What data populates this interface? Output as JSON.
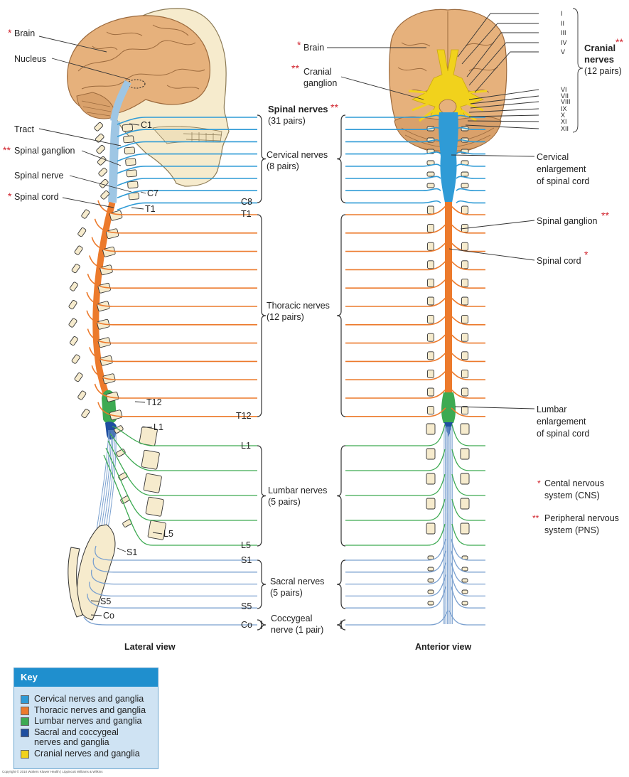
{
  "colors": {
    "cervical": "#2f9bd6",
    "thoracic": "#ec7a2c",
    "lumbar": "#3daa52",
    "sacral": "#1f4fa0",
    "sacral_nerve": "#7aa0cf",
    "cranial": "#f1d21c",
    "bone": "#f6ebcd",
    "brain": "#e6b17c",
    "asterisk": "#d0202a"
  },
  "lateral": {
    "brain": "Brain",
    "nucleus": "Nucleus",
    "tract": "Tract",
    "spinal_ganglion": "Spinal ganglion",
    "spinal_nerve": "Spinal nerve",
    "spinal_cord": "Spinal cord",
    "c1": "C1",
    "c7": "C7",
    "t1": "T1",
    "t12": "T12",
    "l1": "L1",
    "l5": "L5",
    "s1": "S1",
    "s5": "S5",
    "co": "Co",
    "view": "Lateral view"
  },
  "center": {
    "spinal_nerves": "Spinal nerves",
    "spinal_nerves_count": "(31 pairs)",
    "cervical": "Cervical nerves",
    "cervical_count": "(8 pairs)",
    "thoracic": "Thoracic nerves",
    "thoracic_count": "(12 pairs)",
    "lumbar": "Lumbar nerves",
    "lumbar_count": "(5 pairs)",
    "sacral": "Sacral nerves",
    "sacral_count": "(5 pairs)",
    "coccygeal": "Coccygeal",
    "coccygeal_count": "nerve (1 pair)",
    "c8": "C8",
    "t1": "T1",
    "t12": "T12",
    "l1": "L1",
    "l5": "L5",
    "s1": "S1",
    "s5": "S5",
    "co": "Co"
  },
  "anterior": {
    "brain": "Brain",
    "cranial_ganglion_1": "Cranial",
    "cranial_ganglion_2": "ganglion",
    "cervical_enl_1": "Cervical",
    "cervical_enl_2": "enlargement",
    "cervical_enl_3": "of spinal cord",
    "spinal_ganglion": "Spinal ganglion",
    "spinal_cord": "Spinal cord",
    "lumbar_enl_1": "Lumbar",
    "lumbar_enl_2": "enlargement",
    "lumbar_enl_3": "of spinal cord",
    "view": "Anterior view",
    "cranial_nerves_1": "Cranial",
    "cranial_nerves_2": "nerves",
    "cranial_nerves_count": "(12 pairs)",
    "roman": [
      "I",
      "II",
      "III",
      "IV",
      "V",
      "VI",
      "VII",
      "VIII",
      "IX",
      "X",
      "XI",
      "XII"
    ]
  },
  "legend": {
    "cns_1": "Cental nervous",
    "cns_2": "system (CNS)",
    "pns_1": "Peripheral nervous",
    "pns_2": "system (PNS)"
  },
  "asterisk_single": "*",
  "asterisk_double": "**",
  "key": {
    "title": "Key",
    "items": [
      {
        "label": "Cervical nerves and ganglia",
        "color": "#2f9bd6"
      },
      {
        "label": "Thoracic nerves and ganglia",
        "color": "#ec7a2c"
      },
      {
        "label": "Lumbar nerves and ganglia",
        "color": "#3daa52"
      },
      {
        "label": "Sacral and coccygeal\nnerves and ganglia",
        "color": "#1f4fa0"
      },
      {
        "label": "Cranial nerves and ganglia",
        "color": "#f1d21c"
      }
    ]
  },
  "copyright": "Copyright © 2010 Wolters Kluwer Health | Lippincott Williams & Wilkins"
}
